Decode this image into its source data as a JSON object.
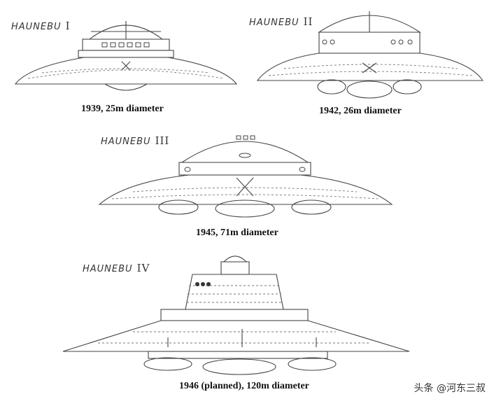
{
  "panels": [
    {
      "title": "HAUNEBU",
      "numeral": "I",
      "caption": "1939, 25m diameter"
    },
    {
      "title": "HAUNEBU",
      "numeral": "II",
      "caption": "1942, 26m diameter"
    },
    {
      "title": "HAUNEBU",
      "numeral": "III",
      "caption": "1945, 71m diameter"
    },
    {
      "title": "HAUNEBU",
      "numeral": "IV",
      "caption": "1946 (planned), 120m diameter"
    }
  ],
  "watermark": "头条 @河东三叔",
  "colors": {
    "line": "#444444",
    "background": "#ffffff"
  }
}
